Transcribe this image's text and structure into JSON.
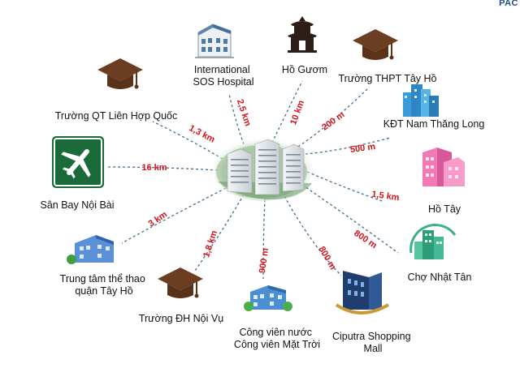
{
  "corner_text": "PAC",
  "center": {
    "name": "project-towers"
  },
  "places": [
    {
      "id": "international-sos-hospital",
      "lines": [
        "International",
        "SOS Hospital"
      ],
      "distance": "2,5 km",
      "icon": "building-icon"
    },
    {
      "id": "ho-guom",
      "lines": [
        "Hồ Gươm"
      ],
      "distance": "10 km",
      "icon": "temple-icon"
    },
    {
      "id": "truong-thpt-tay-ho",
      "lines": [
        "Trường THPT Tây Hồ"
      ],
      "distance": "200 m",
      "icon": "graduation-cap-icon"
    },
    {
      "id": "kdt-nam-thang-long",
      "lines": [
        "KĐT Nam Thăng Long"
      ],
      "distance": "500 m",
      "icon": "city-buildings-icon"
    },
    {
      "id": "ho-tay",
      "lines": [
        "Hồ Tây"
      ],
      "distance": "1,5 km",
      "icon": "pink-buildings-icon"
    },
    {
      "id": "cho-nhat-tan",
      "lines": [
        "Chợ Nhật Tân"
      ],
      "distance": "800 m",
      "icon": "market-icon"
    },
    {
      "id": "ciputra-shopping-mall",
      "lines": [
        "Ciputra Shopping",
        "Mall"
      ],
      "distance": "800 m",
      "icon": "shopping-mall-icon"
    },
    {
      "id": "cong-vien-nuoc",
      "lines": [
        "Công viên nước",
        "Công viên Mặt Trời"
      ],
      "distance": "900 m",
      "icon": "park-buildings-icon"
    },
    {
      "id": "truong-dh-noi-vu",
      "lines": [
        "Trường ĐH Nội Vụ"
      ],
      "distance": "1,8 km",
      "icon": "graduation-cap-icon"
    },
    {
      "id": "trung-tam-the-thao",
      "lines": [
        "Trung tâm thể thao",
        "quận Tây Hồ"
      ],
      "distance": "3 km",
      "icon": "sports-center-icon"
    },
    {
      "id": "san-bay-noi-bai",
      "lines": [
        "Sân Bay Nội Bài"
      ],
      "distance": "16 km",
      "icon": "airplane-sign-icon"
    },
    {
      "id": "truong-qt-lien-hop-quoc",
      "lines": [
        "Trường QT Liên Hợp Quốc"
      ],
      "distance": "1,3 km",
      "icon": "graduation-cap-icon"
    }
  ]
}
